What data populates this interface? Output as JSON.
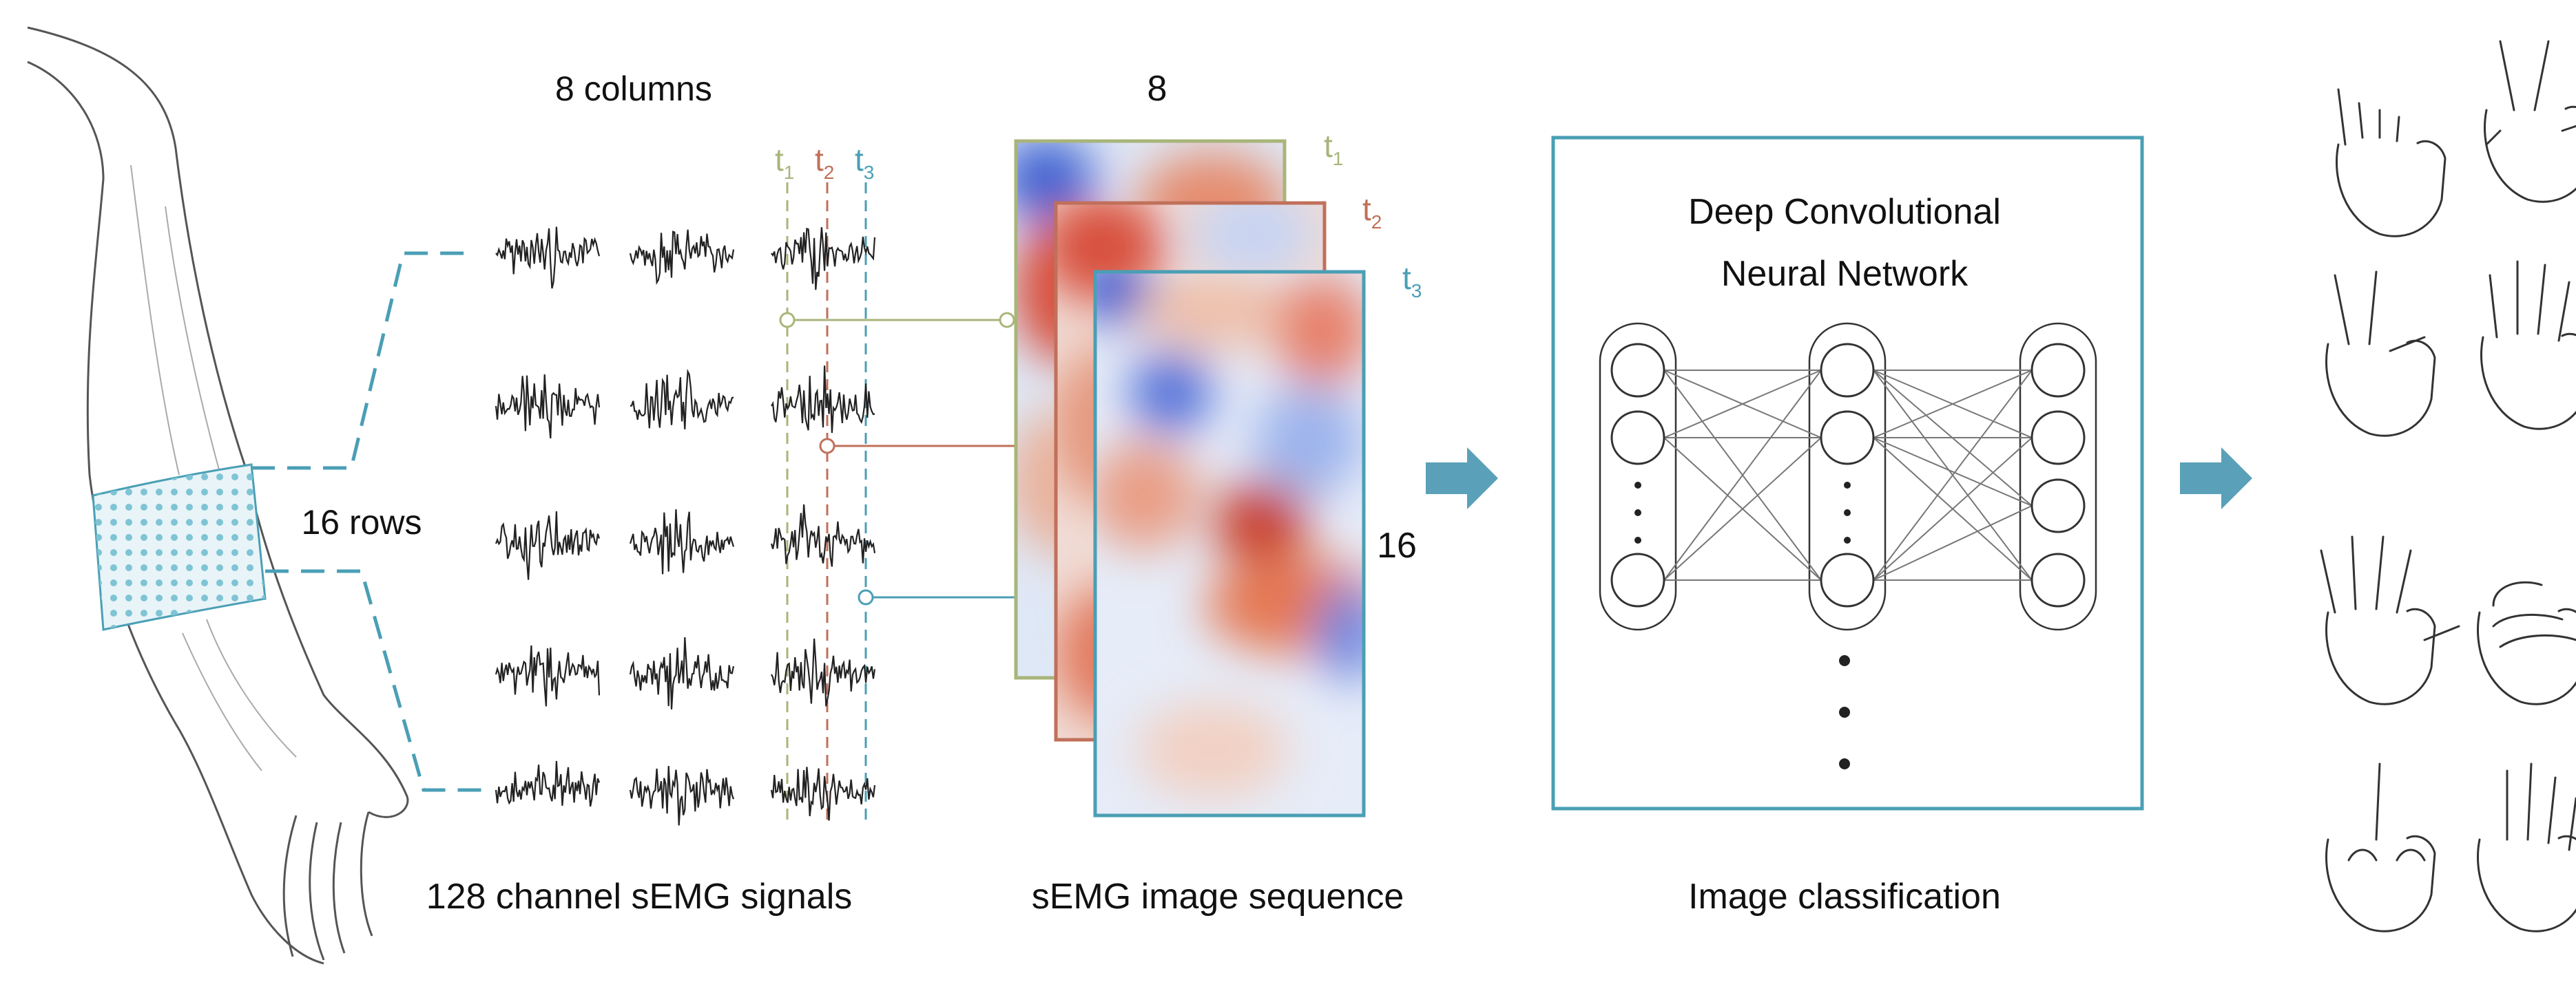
{
  "figure": {
    "label_columns": "8 columns",
    "label_rows": "16 rows",
    "time_markers": [
      "t",
      "t",
      "t"
    ],
    "time_subscripts": [
      "1",
      "2",
      "3"
    ],
    "caption_signals": "128 channel sEMG signals",
    "image_width_label": "8",
    "image_height_label": "16",
    "caption_images": "sEMG image sequence",
    "network_title_line1": "Deep Convolutional",
    "network_title_line2": "Neural Network",
    "caption_classification": "Image classification"
  },
  "colors": {
    "teal": "#4a9fb5",
    "t1": "#a8b57a",
    "t2": "#c0705a",
    "t3": "#4a9fb5",
    "arrow": "#5aa0b8"
  }
}
